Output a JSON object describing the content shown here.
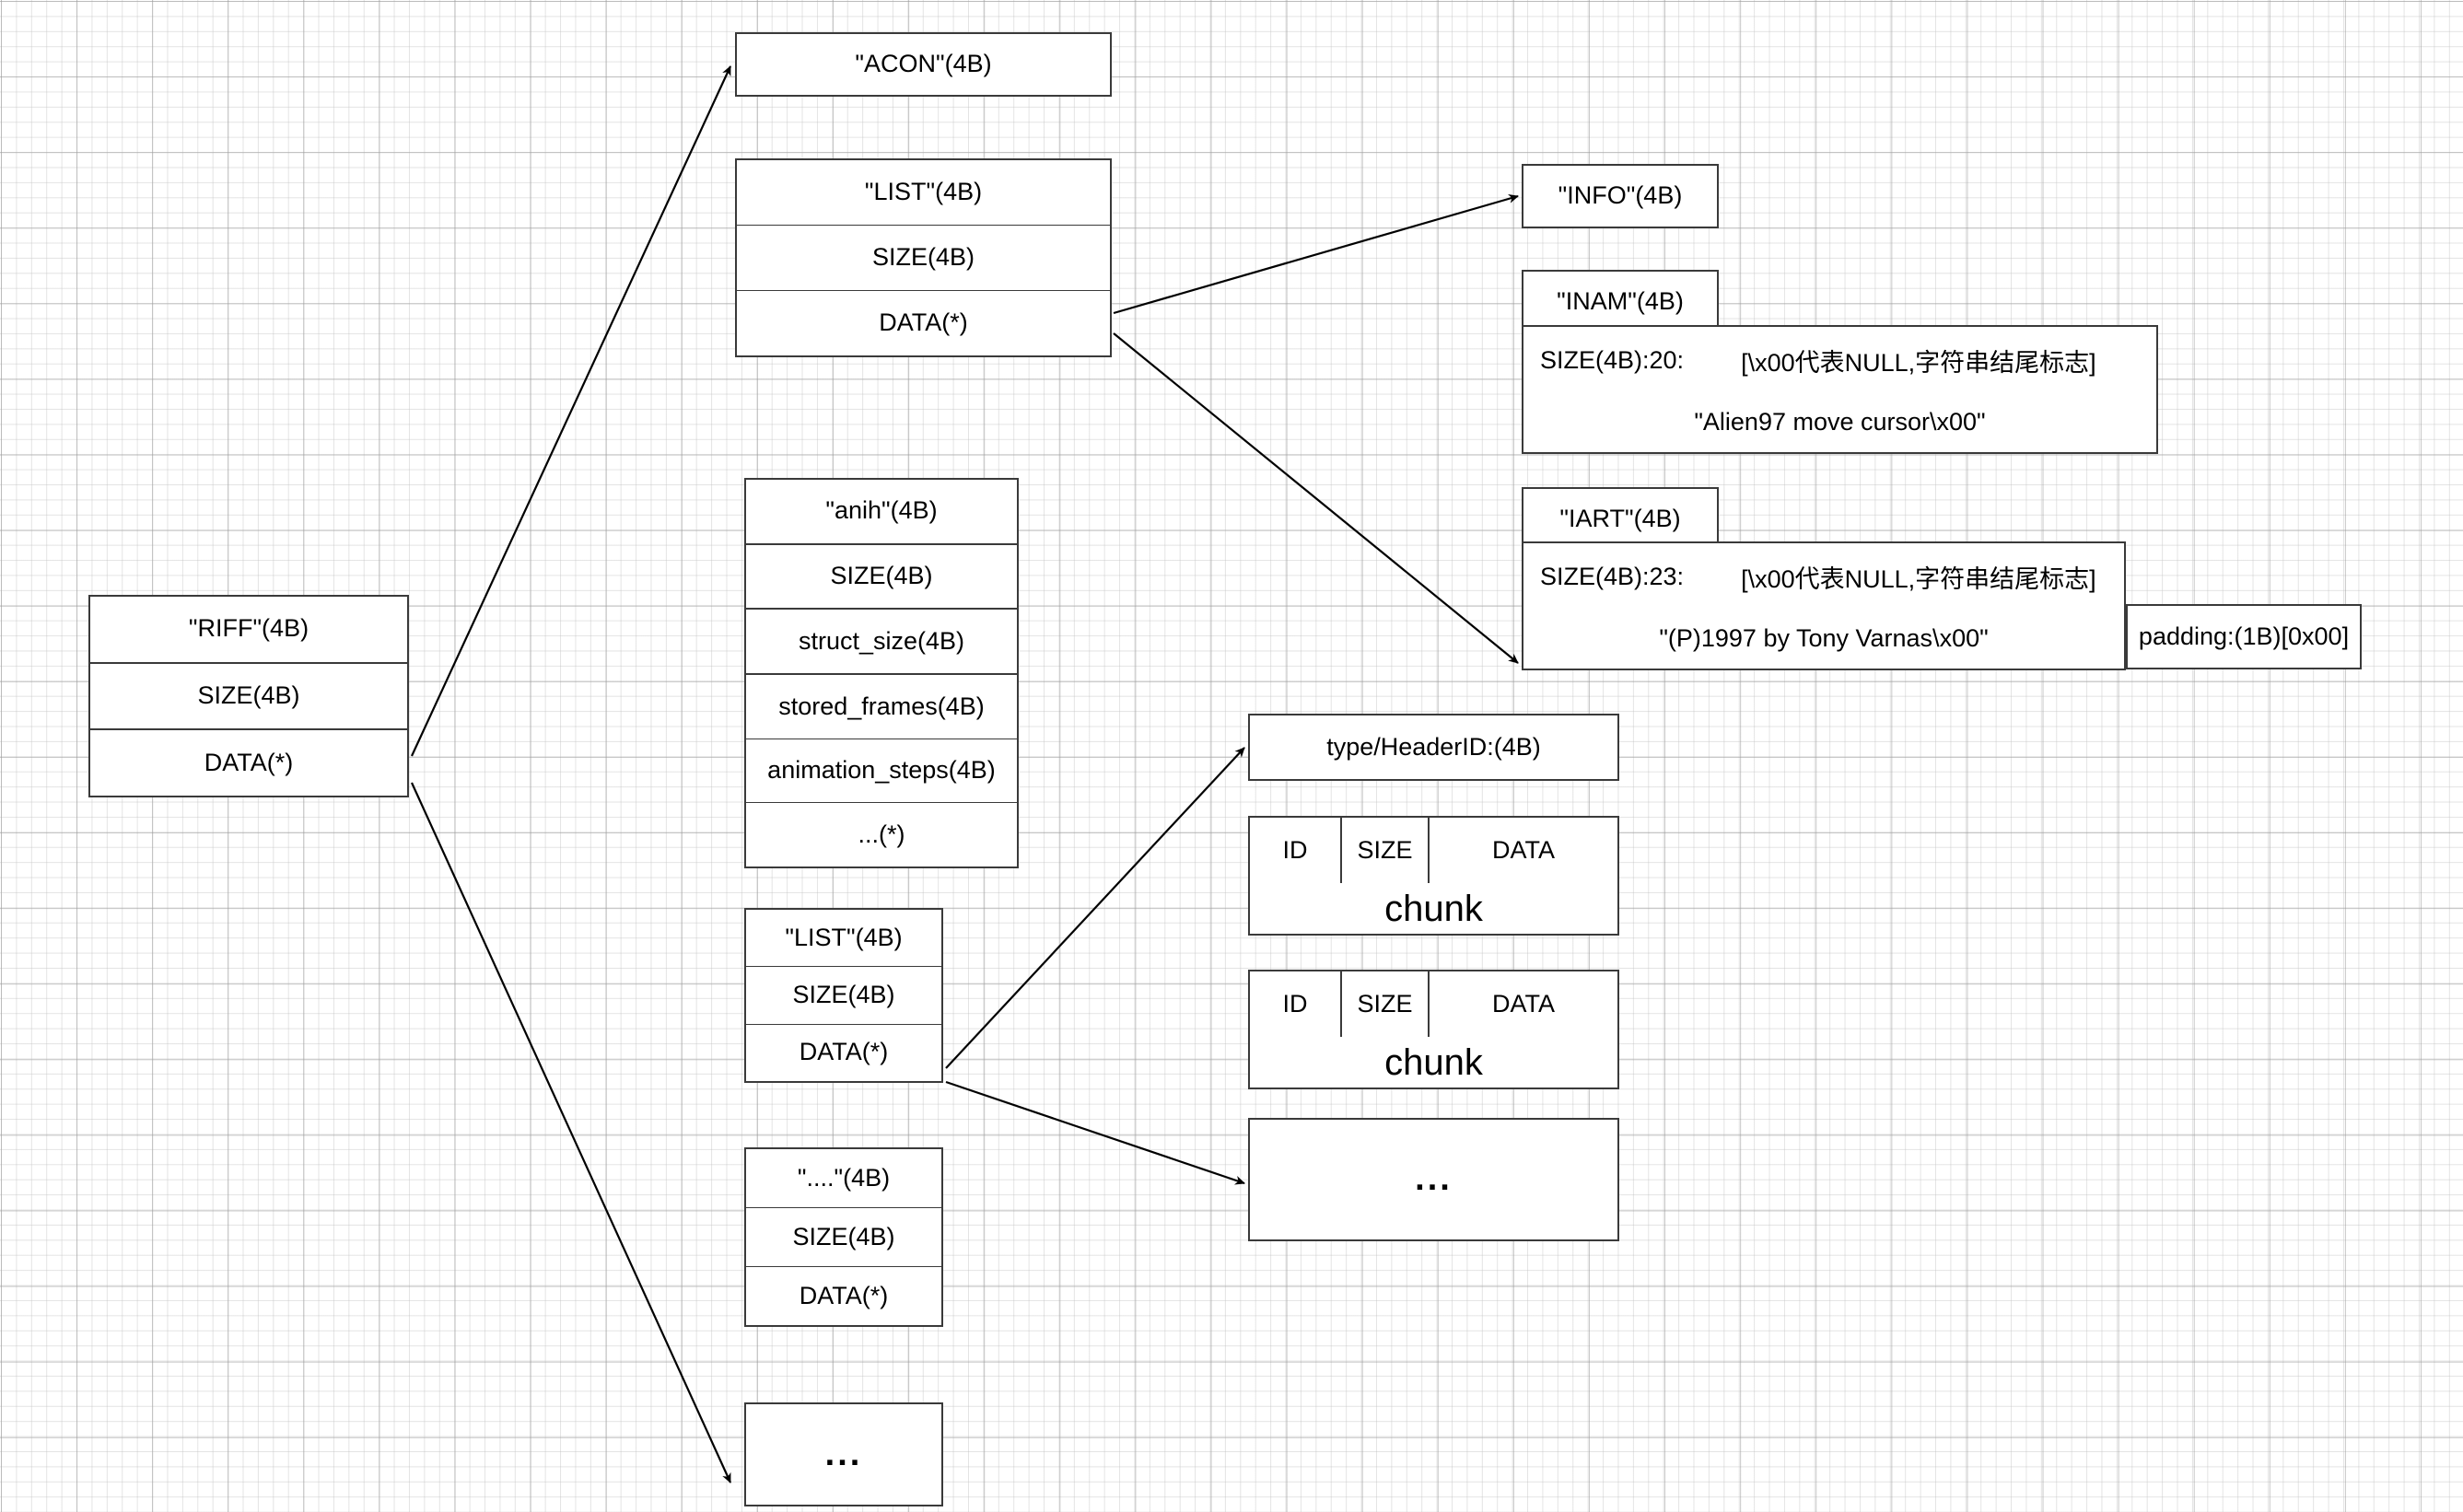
{
  "diagram": {
    "title": "RIFF / ANI file chunk structure",
    "background": "#ffffff",
    "grid_color": "#9b9b9b",
    "node_border_color": "#3a3a3a",
    "text_color": "#000000"
  },
  "riff": {
    "id": "\"RIFF\"(4B)",
    "size": "SIZE(4B)",
    "data": "DATA(*)"
  },
  "acon": {
    "id": "\"ACON\"(4B)"
  },
  "list_top": {
    "id": "\"LIST\"(4B)",
    "size": "SIZE(4B)",
    "data": "DATA(*)"
  },
  "anih": {
    "id": "\"anih\"(4B)",
    "size": "SIZE(4B)",
    "struct_size": "struct_size(4B)",
    "stored_frames": "stored_frames(4B)",
    "animation_steps": "animation_steps(4B)",
    "more": "...(*)"
  },
  "list_bottom": {
    "id": "\"LIST\"(4B)",
    "size": "SIZE(4B)",
    "data": "DATA(*)"
  },
  "generic_chunk": {
    "id": "\"....\"(4B)",
    "size": "SIZE(4B)",
    "data": "DATA(*)"
  },
  "ellipsis_left": {
    "label": "..."
  },
  "info": {
    "id": "\"INFO\"(4B)"
  },
  "inam": {
    "id": "\"INAM\"(4B)",
    "size_label": "SIZE(4B):20:",
    "size_note": "[\\x00代表NULL,字符串结尾标志]",
    "value": "\"Alien97 move cursor\\x00\""
  },
  "iart": {
    "id": "\"IART\"(4B)",
    "size_label": "SIZE(4B):23:",
    "size_note": "[\\x00代表NULL,字符串结尾标志]",
    "value": "\"(P)1997 by Tony Varnas\\x00\"",
    "padding": "padding:(1B)[0x00]"
  },
  "header_id": {
    "label": "type/HeaderID:(4B)"
  },
  "chunk_a": {
    "columns": [
      "ID",
      "SIZE",
      "DATA"
    ],
    "label": "chunk"
  },
  "chunk_b": {
    "columns": [
      "ID",
      "SIZE",
      "DATA"
    ],
    "label": "chunk"
  },
  "ellipsis_right": {
    "label": "..."
  }
}
